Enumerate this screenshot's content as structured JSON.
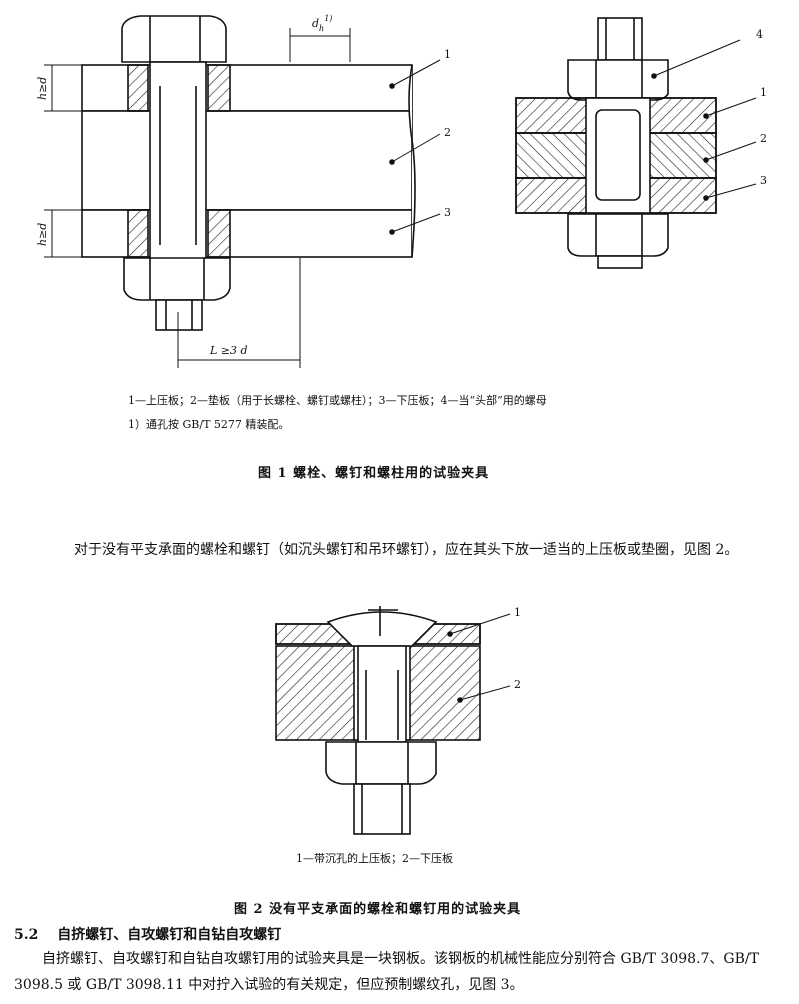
{
  "figure1": {
    "dim_dh": "d",
    "dim_dh_sub": "h",
    "dim_dh_sup": "1)",
    "dim_h_top": "h≥d",
    "dim_h_bottom": "h≥d",
    "dim_L": "L ≥3 d",
    "left_callouts": [
      "1",
      "2",
      "3"
    ],
    "right_callouts": [
      "4",
      "1",
      "2",
      "3"
    ],
    "legend": "1—上压板；2—垫板（用于长螺栓、螺钉或螺柱）；3—下压板；4—当“头部”用的螺母",
    "note": "1）通孔按 GB/T 5277 精装配。",
    "caption": "图 1   螺栓、螺钉和螺柱用的试验夹具"
  },
  "paragraph1": "对于没有平支承面的螺栓和螺钉（如沉头螺钉和吊环螺钉），应在其头下放一适当的上压板或垫圈，见图 2。",
  "figure2": {
    "callouts": [
      "1",
      "2"
    ],
    "legend": "1—带沉孔的上压板；2—下压板",
    "caption": "图 2   没有平支承面的螺栓和螺钉用的试验夹具"
  },
  "section": {
    "number": "5.2",
    "title": "自挤螺钉、自攻螺钉和自钻自攻螺钉",
    "body": "自挤螺钉、自攻螺钉和自钻自攻螺钉用的试验夹具是一块钢板。该钢板的机械性能应分别符合 GB/T 3098.7、GB/T 3098.5 或 GB/T 3098.11 中对拧入试验的有关规定，但应预制螺纹孔，见图 3。"
  }
}
